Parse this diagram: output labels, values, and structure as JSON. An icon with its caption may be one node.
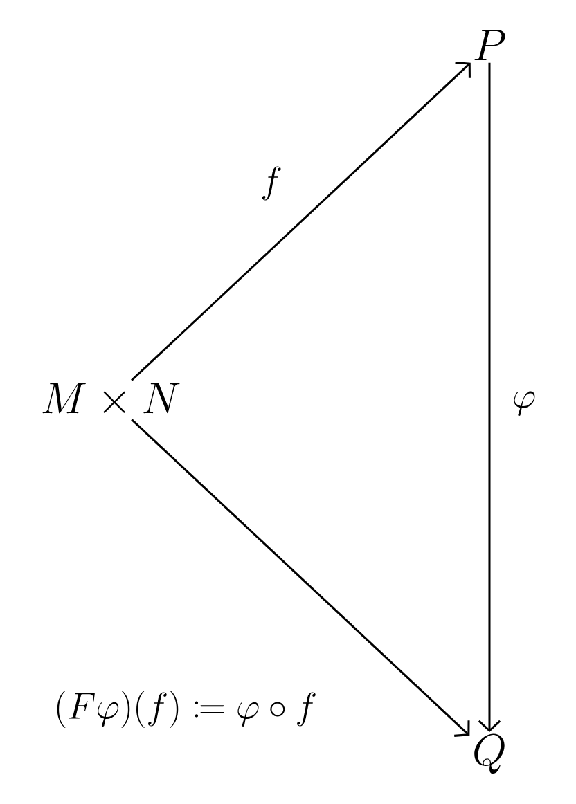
{
  "diagram": {
    "nodes": [
      {
        "text": [
          "M \\times N"
        ]
      },
      {
        "text": [
          "P"
        ]
      },
      {
        "text": [
          "Q"
        ]
      }
    ],
    "edges": [
      {
        "from": 0,
        "to": 1,
        "arrow": "to",
        "label": "f"
      },
      {
        "from": 1,
        "to": 2,
        "arrow": "to",
        "label": "\\varphi"
      },
      {
        "from": 0,
        "to": 2,
        "arrow": "to"
      }
    ],
    "labels": [
      "(F\\varphi)(f) \\coloneqq \\varphi \\circ f"
    ]
  }
}
